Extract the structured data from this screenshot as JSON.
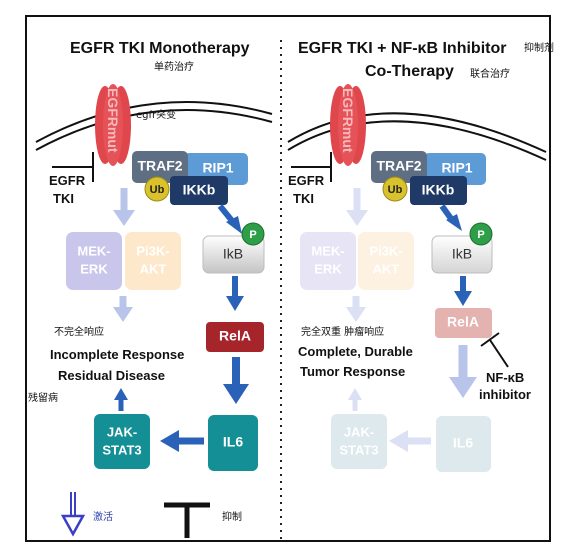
{
  "colors": {
    "frame": "#111111",
    "egfr": "#e0474c",
    "egfr_text": "#f6b9bb",
    "traf2": "#5f6f83",
    "rip1": "#5d9bd6",
    "ub": "#d9c22b",
    "ikkb": "#1f3a66",
    "ikb_top": "#ffffff",
    "ikb_bottom": "#c9c9c9",
    "phospho": "#2e9e48",
    "mek_erk": "#c9c6ec",
    "pi3k_akt": "#fde8cc",
    "rela": "#a5252a",
    "il6": "#138f95",
    "jak_stat3": "#138f95",
    "arrow_blue": "#2a62b8",
    "arrow_light": "#b9c4ea",
    "arrow_faded": "#dbe0f4",
    "rela_faded": "#e4b3b0",
    "teal_faded": "#dde9ec",
    "legend_arrow": "#3a3fc6"
  },
  "left_panel": {
    "title": "EGFR TKI Monotherapy",
    "title_cn": "单药治疗",
    "egfr_label": "EGFRmut",
    "egfr_annotation": "egfr突变",
    "traf2": "TRAF2",
    "rip1": "RIP1",
    "ub": "Ub",
    "ikkb": "IKKb",
    "tki_line1": "EGFR",
    "tki_line2": "TKI",
    "mek_line1": "MEK-",
    "mek_line2": "ERK",
    "pi3k_line1": "Pi3K-",
    "pi3k_line2": "AKT",
    "p": "P",
    "ikb": "IkB",
    "rela": "RelA",
    "il6": "IL6",
    "jak_line1": "JAK-",
    "jak_line2": "STAT3",
    "outcome_cn": "不完全响应",
    "outcome_line1": "Incomplete Response",
    "outcome_line2": "Residual Disease",
    "residual_cn": "残留病"
  },
  "right_panel": {
    "title_line1": "EGFR TKI + NF-κB Inhibitor",
    "title_line2": "Co-Therapy",
    "inhibitor_cn": "抑制剂",
    "cotherapy_cn": "联合治疗",
    "egfr_label": "EGFRmut",
    "traf2": "TRAF2",
    "rip1": "RIP1",
    "ub": "Ub",
    "ikkb": "IKKb",
    "tki_line1": "EGFR",
    "tki_line2": "TKI",
    "mek_line1": "MEK-",
    "mek_line2": "ERK",
    "pi3k_line1": "Pi3K-",
    "pi3k_line2": "AKT",
    "p": "P",
    "ikb": "IkB",
    "rela": "RelA",
    "nfkb_line1": "NF-κB",
    "nfkb_line2": "inhibitor",
    "outcome_cn": "完全双重 肿瘤响应",
    "outcome_line1": "Complete, Durable",
    "outcome_line2": "Tumor Response",
    "il6": "IL6",
    "jak_line1": "JAK-",
    "jak_line2": "STAT3"
  },
  "legend": {
    "activate": "激活",
    "inhibit": "抑制"
  }
}
